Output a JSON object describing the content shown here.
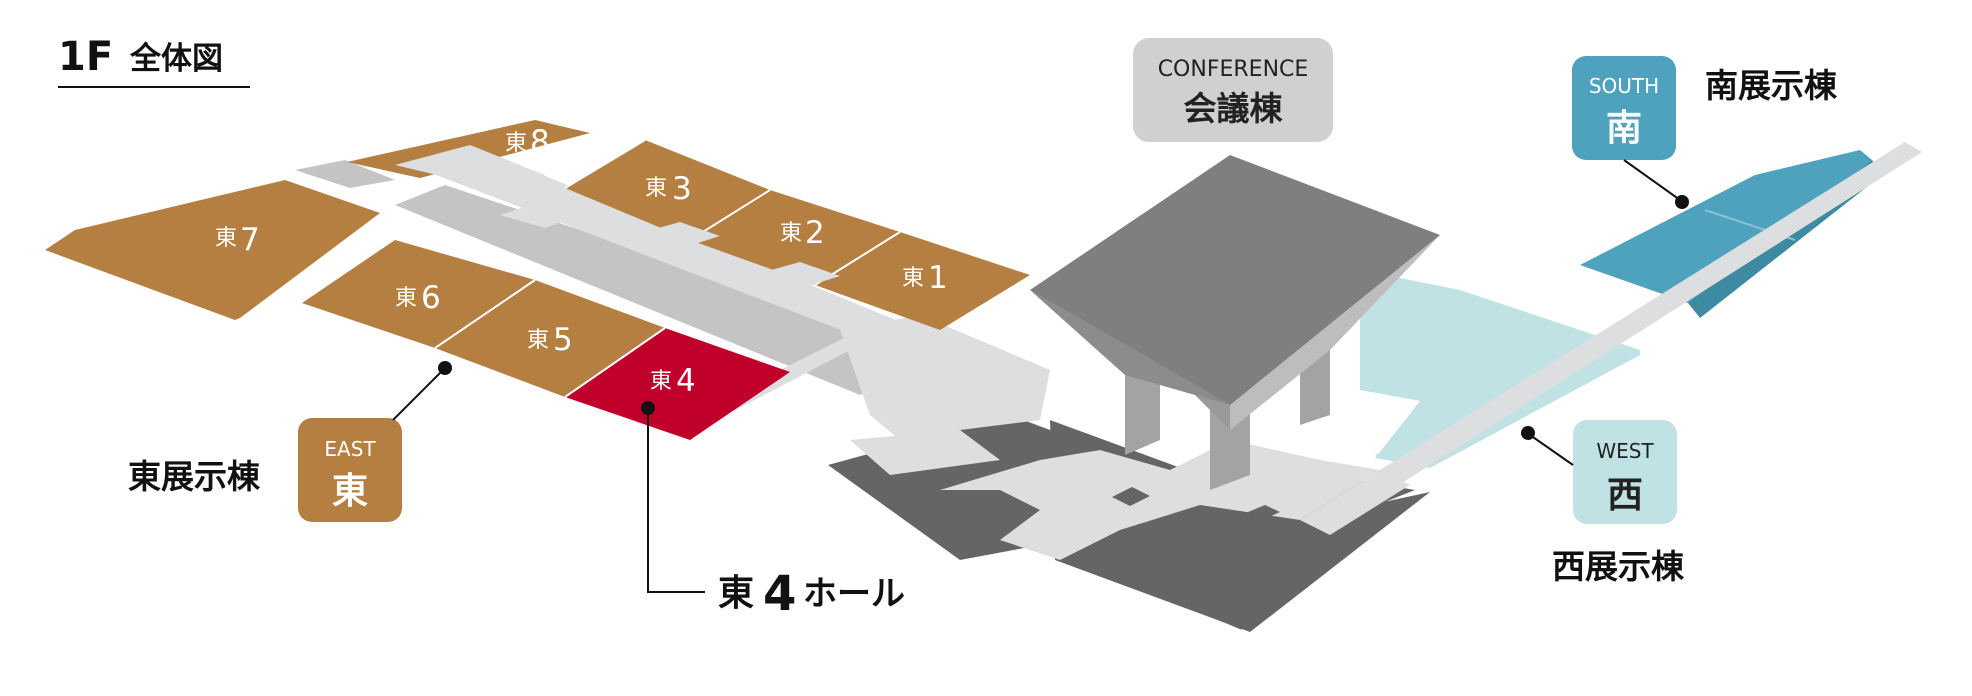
{
  "title": {
    "floor": "1F",
    "text": "全体図"
  },
  "buildings": {
    "conference": {
      "en": "CONFERENCE",
      "jp": "会議棟",
      "color": "#d0d0d0"
    },
    "south": {
      "en": "SOUTH",
      "jp": "南",
      "caption": "南展示棟",
      "color": "#4ea2bd"
    },
    "west": {
      "en": "WEST",
      "jp": "西",
      "caption": "西展示棟",
      "color": "#c0e2e4"
    },
    "east": {
      "en": "EAST",
      "jp": "東",
      "caption": "東展示棟",
      "color": "#b47f40"
    }
  },
  "halls": [
    {
      "id": "east-1",
      "prefix": "東",
      "num": "1"
    },
    {
      "id": "east-2",
      "prefix": "東",
      "num": "2"
    },
    {
      "id": "east-3",
      "prefix": "東",
      "num": "3"
    },
    {
      "id": "east-4",
      "prefix": "東",
      "num": "4"
    },
    {
      "id": "east-5",
      "prefix": "東",
      "num": "5"
    },
    {
      "id": "east-6",
      "prefix": "東",
      "num": "6"
    },
    {
      "id": "east-7",
      "prefix": "東",
      "num": "7"
    },
    {
      "id": "east-8",
      "prefix": "東",
      "num": "8"
    }
  ],
  "highlight": {
    "prefix": "東",
    "num": "4",
    "suffix": "ホール",
    "color": "#c0002a"
  },
  "colors": {
    "hall": "#b47f40",
    "corridor_light": "#dcdedf",
    "corridor_gray": "#c4c4c4",
    "conference_top": "#7f7f7f",
    "conference_side": "#a3a3a3",
    "dark_floor": "#646666"
  }
}
